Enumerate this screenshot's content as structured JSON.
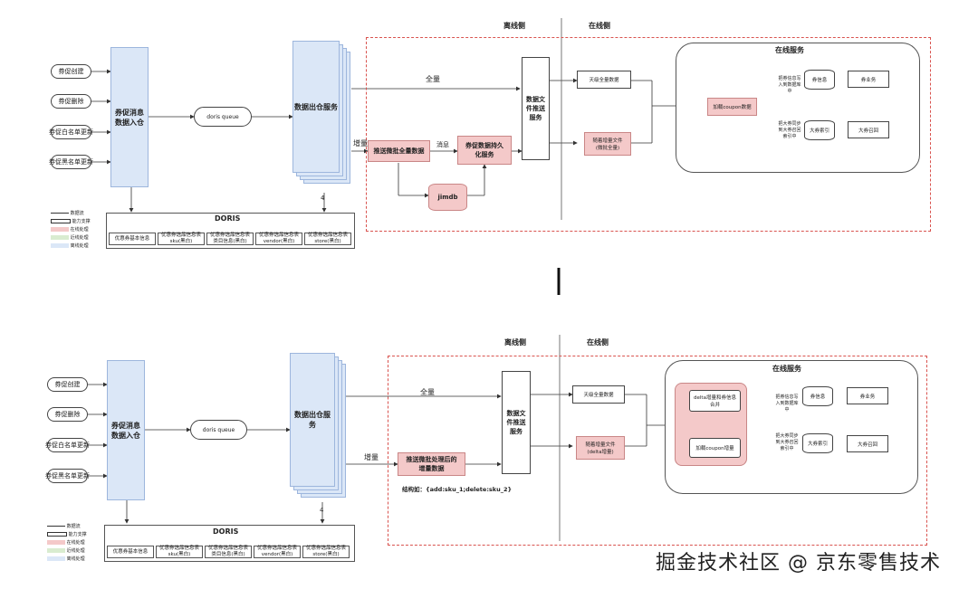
{
  "top": {
    "events": [
      "券促创建",
      "券促删除",
      "券促白名单更新",
      "券促黑名单更新"
    ],
    "inbound": "券促消息\n数据入仓",
    "queue": "doris queue",
    "outbound": "数据出仓服务",
    "offline_label": "离线侧",
    "online_label": "在线侧",
    "full_label": "全量",
    "incr_label": "增量",
    "msg_label": "消息",
    "push_micro": "推送微批全量数据",
    "persist": "券促数据持久\n化服务",
    "jimdb": "jimdb",
    "push_file": "数据文\n件推送\n服务",
    "full_file": "天级全量数据",
    "incr_file": "随着增量文件\n(微批全量)",
    "online_service": "在线服务",
    "load_coupon": "加载coupon数据",
    "store_info": "把券信息写\n入到数据库\n中",
    "store_index": "把大券同步\n到大券召回\n索引中",
    "db_coupon": "券信息",
    "db_index": "大券索引",
    "svc_coupon": "券业务",
    "svc_recall": "大券召回",
    "four": "4",
    "doris": "DORIS",
    "doris_cells": [
      "优惠券基本信息",
      "优惠券选品信息表\nsku(黑白)",
      "优惠券选品信息表\n类目信息(黑白)",
      "优惠券选品信息表\nvendor(黑白)",
      "优惠券选品信息表\nstore(黑白)"
    ],
    "legend": [
      "数据流",
      "能力支撑",
      "在线处理",
      "近线处理",
      "离线处理"
    ]
  },
  "bottom": {
    "events": [
      "券促创建",
      "券促删除",
      "券促白名单更新",
      "券促黑名单更新"
    ],
    "inbound": "券促消息\n数据入仓",
    "queue": "doris queue",
    "outbound": "数据出仓服\n务",
    "offline_label": "离线侧",
    "online_label": "在线侧",
    "full_label": "全量",
    "incr_label": "增量",
    "push_micro": "推送微批处理后的\n增量数据",
    "struct_note": "结构如：{add:sku_1;delete:sku_2}",
    "push_file": "数据文\n件推送\n服务",
    "full_file": "天级全量数据",
    "incr_file": "随着增量文件\n(delta增量)",
    "online_service": "在线服务",
    "delta_merge": "delta增量和券信息\n合并",
    "load_incr": "加载coupon增量",
    "store_info": "把券信息写\n入到数据库\n中",
    "store_index": "把大券同步\n到大券召回\n索引中",
    "db_coupon": "券信息",
    "db_index": "大券索引",
    "svc_coupon": "券业务",
    "svc_recall": "大券召回",
    "four": "4",
    "doris": "DORIS",
    "doris_cells": [
      "优惠券基本信息",
      "优惠券选品信息表\nsku(黑白)",
      "优惠券选品信息表\n类目信息(黑白)",
      "优惠券选品信息表\nvendor(黑白)",
      "优惠券选品信息表\nstore(黑白)"
    ],
    "legend": [
      "数据流",
      "能力支撑",
      "在线处理",
      "近线处理",
      "离线处理"
    ]
  },
  "watermark_footer": "掘金技术社区 @ 京东零售技术",
  "colors": {
    "offline_blue": "#dbe7f7",
    "online_pink": "#f4c9c9",
    "dash_red": "#d9534f",
    "nearline_green": "#d9ecd0"
  }
}
